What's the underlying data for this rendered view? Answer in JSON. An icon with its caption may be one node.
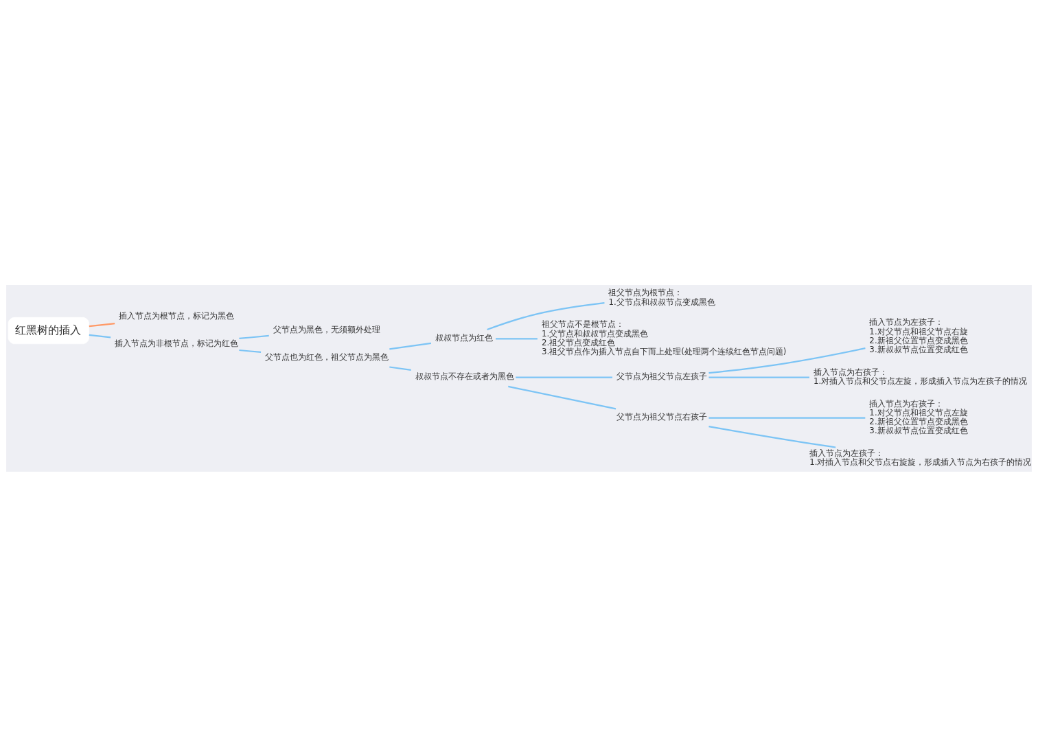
{
  "diagram": {
    "nodes": [
      {
        "text": [
          "红黑树的插入"
        ]
      },
      {
        "text": [
          "插入节点为根节点，标记为黑色"
        ]
      },
      {
        "text": [
          "插入节点为非根节点，标记为红色"
        ]
      },
      {
        "text": [
          "父节点为黑色，无须额外处理"
        ]
      },
      {
        "text": [
          "父节点也为红色，祖父节点为黑色"
        ]
      },
      {
        "text": [
          "叔叔节点为红色"
        ]
      },
      {
        "text": [
          "祖父节点为根节点：",
          "1.父节点和叔叔节点变成黑色"
        ]
      },
      {
        "text": [
          "祖父节点不是根节点：",
          "1.父节点和叔叔节点变成黑色",
          "2.祖父节点变成红色",
          "3.祖父节点作为插入节点自下而上处理(处理两个连续红色节点问题)"
        ]
      },
      {
        "text": [
          "叔叔节点不存在或者为黑色"
        ]
      },
      {
        "text": [
          "父节点为祖父节点左孩子"
        ]
      },
      {
        "text": [
          "插入节点为左孩子：",
          "1.对父节点和祖父节点右旋",
          "2.新祖父位置节点变成黑色",
          "3.新叔叔节点位置变成红色"
        ]
      },
      {
        "text": [
          "插入节点为右孩子：",
          "1.对插入节点和父节点左旋，形成插入节点为左孩子的情况"
        ]
      },
      {
        "text": [
          "父节点为祖父节点右孩子"
        ]
      },
      {
        "text": [
          "插入节点为右孩子：",
          "1.对父节点和祖父节点左旋",
          "2.新祖父位置节点变成黑色",
          "3.新叔叔节点位置变成红色"
        ]
      },
      {
        "text": [
          "插入节点为左孩子：",
          "1.对插入节点和父节点右旋旋，形成插入节点为右孩子的情况"
        ]
      }
    ],
    "edges": [
      {
        "from": 0,
        "to": 1,
        "arrow": "none",
        "color": "#ff9966"
      },
      {
        "from": 0,
        "to": 2,
        "arrow": "none"
      },
      {
        "from": 2,
        "to": 3,
        "arrow": "none"
      },
      {
        "from": 2,
        "to": 4,
        "arrow": "none"
      },
      {
        "from": 4,
        "to": 5,
        "arrow": "none"
      },
      {
        "from": 5,
        "to": 6,
        "arrow": "none"
      },
      {
        "from": 5,
        "to": 7,
        "arrow": "none"
      },
      {
        "from": 4,
        "to": 8,
        "arrow": "none"
      },
      {
        "from": 8,
        "to": 9,
        "arrow": "none"
      },
      {
        "from": 9,
        "to": 10,
        "arrow": "none"
      },
      {
        "from": 9,
        "to": 11,
        "arrow": "none"
      },
      {
        "from": 8,
        "to": 12,
        "arrow": "none"
      },
      {
        "from": 12,
        "to": 13,
        "arrow": "none"
      },
      {
        "from": 12,
        "to": 14,
        "arrow": "none"
      }
    ]
  }
}
